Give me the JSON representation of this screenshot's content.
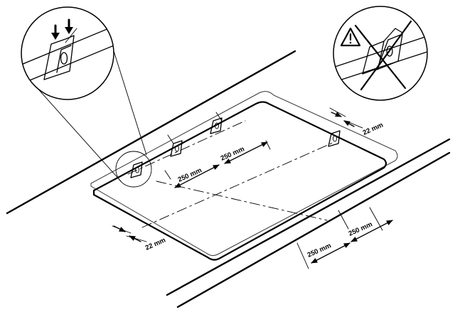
{
  "diagram": {
    "labels": {
      "spacing_a": "250 mm",
      "spacing_b": "250 mm",
      "spacing_c": "250 mm",
      "spacing_d": "250 mm",
      "margin_top": "22 mm",
      "margin_bottom": "22 mm"
    },
    "icons": [
      "clip-correct-icon",
      "clip-wrong-icon",
      "warning-icon",
      "arrow-down-icon"
    ]
  }
}
